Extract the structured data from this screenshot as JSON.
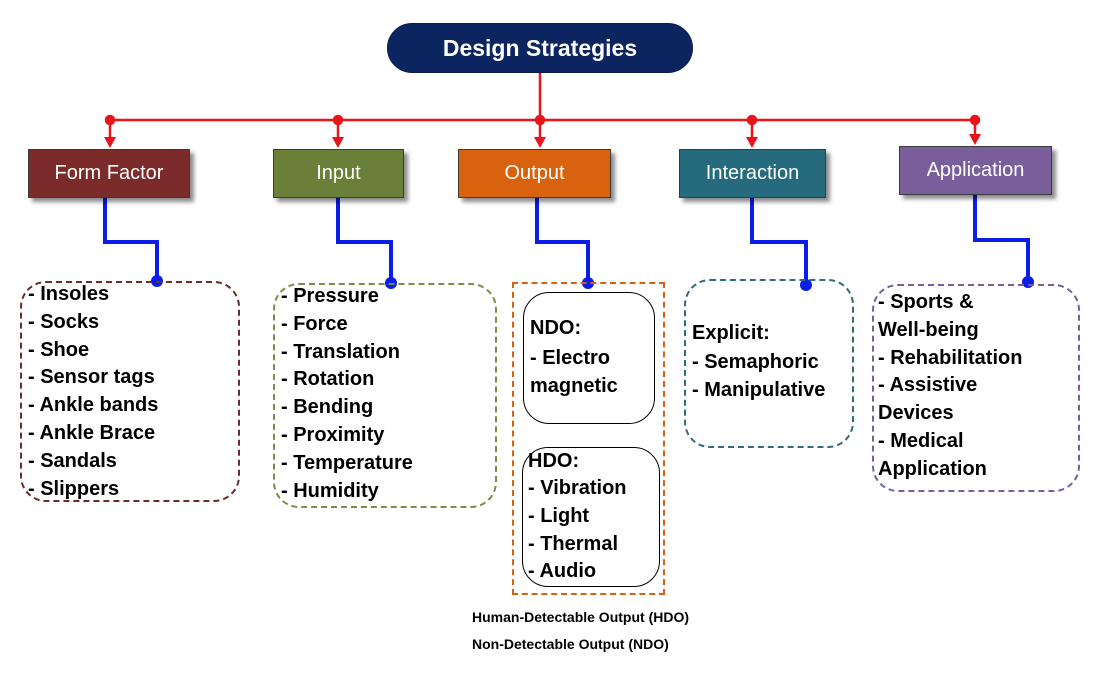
{
  "title": "Design Strategies",
  "colors": {
    "root": "#0c2460",
    "connector_top": "#e8141a",
    "connector_blue": "#0a1ee8",
    "form_factor": "#7b2c2a",
    "input": "#6a7f37",
    "output": "#d9620f",
    "interaction": "#256b7d",
    "application": "#7a5e9c"
  },
  "categories": {
    "form_factor": {
      "label": "Form Factor",
      "items": [
        "- Insoles",
        "- Socks",
        "- Shoe",
        "- Sensor tags",
        "- Ankle bands",
        "- Ankle Brace",
        "- Sandals",
        "- Slippers"
      ]
    },
    "input": {
      "label": "Input",
      "items": [
        "- Pressure",
        "- Force",
        "- Translation",
        "- Rotation",
        "- Bending",
        "- Proximity",
        "- Temperature",
        "- Humidity"
      ]
    },
    "output": {
      "label": "Output",
      "ndo": {
        "heading": "NDO:",
        "items": [
          "- Electro",
          "magnetic"
        ]
      },
      "hdo": {
        "heading": "HDO:",
        "items": [
          "- Vibration",
          "- Light",
          "- Thermal",
          "- Audio"
        ]
      }
    },
    "interaction": {
      "label": "Interaction",
      "heading": "Explicit:",
      "items": [
        "- Semaphoric",
        "- Manipulative"
      ]
    },
    "application": {
      "label": "Application",
      "items": [
        "- Sports &",
        "Well-being",
        "- Rehabilitation",
        "- Assistive",
        "Devices",
        "- Medical",
        "Application"
      ]
    }
  },
  "captions": {
    "hdo": "Human-Detectable Output (HDO)",
    "ndo": "Non-Detectable Output (NDO)"
  }
}
